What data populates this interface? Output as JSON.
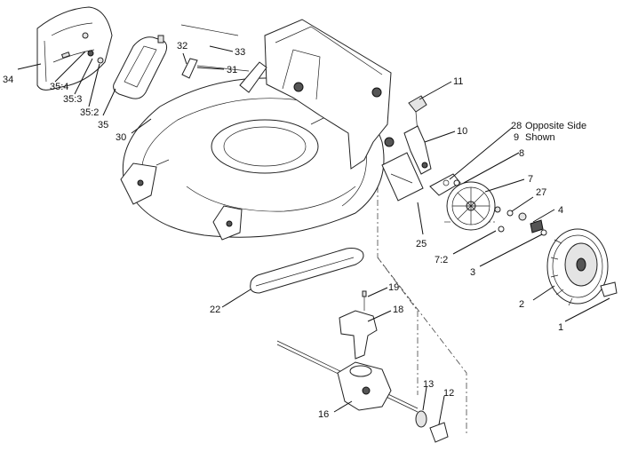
{
  "callouts": {
    "c1": "1",
    "c2": "2",
    "c3": "3",
    "c4": "4",
    "c7": "7",
    "c7_2": "7:2",
    "c8": "8",
    "c9": "9",
    "c10": "10",
    "c11": "11",
    "c12": "12",
    "c13": "13",
    "c16": "16",
    "c18": "18",
    "c19": "19",
    "c22": "22",
    "c25": "25",
    "c27": "27",
    "c28": "28",
    "c30": "30",
    "c31": "31",
    "c32": "32",
    "c33": "33",
    "c34": "34",
    "c35": "35",
    "c35_2": "35:2",
    "c35_3": "35:3",
    "c35_4": "35:4"
  },
  "note": {
    "line1": "Opposite Side",
    "line2": "Shown"
  }
}
